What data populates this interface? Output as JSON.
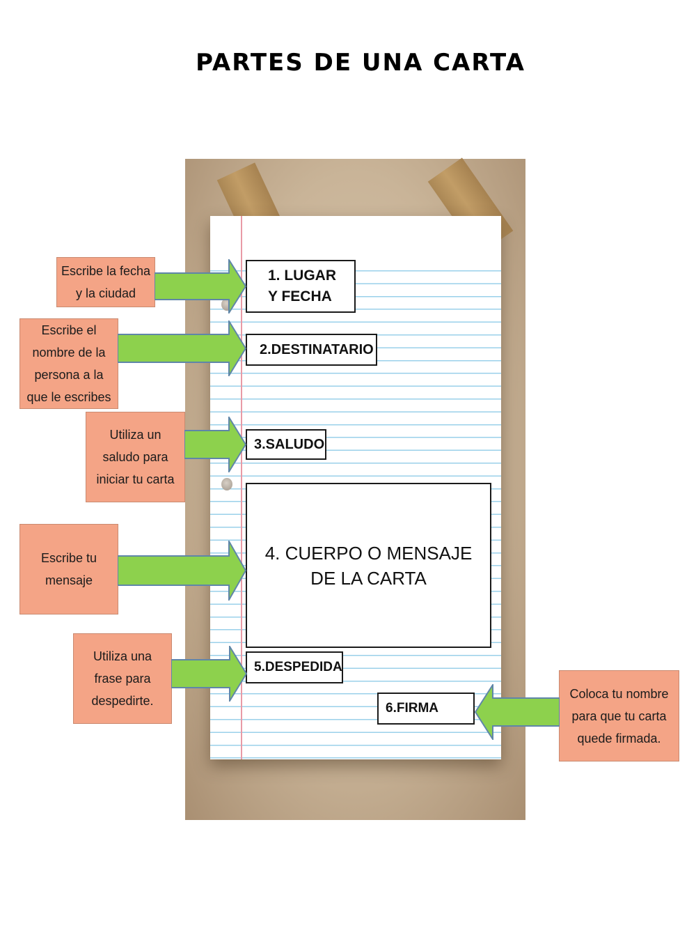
{
  "title": "PARTES DE UNA CARTA",
  "colors": {
    "arrow_fill": "#8dd14d",
    "hint_fill": "#f4a486",
    "paper_line": "#9ad0ea",
    "margin_line": "#e89aa6",
    "board": "#c9b498"
  },
  "parts": [
    {
      "label": "1. LUGAR Y FECHA",
      "hint": "Escribe la fecha y la ciudad"
    },
    {
      "label": "2.DESTINATARIO",
      "hint": "Escribe el nombre de la persona a la que le escribes"
    },
    {
      "label": "3.SALUDO",
      "hint": "Utiliza un saludo para iniciar tu carta"
    },
    {
      "label": "4. CUERPO O MENSAJE DE LA CARTA",
      "hint": "Escribe tu mensaje"
    },
    {
      "label": "5.DESPEDIDA",
      "hint": "Utiliza una frase para despedirte."
    },
    {
      "label": "6.FIRMA",
      "hint": "Coloca tu nombre para que tu carta quede firmada."
    }
  ]
}
